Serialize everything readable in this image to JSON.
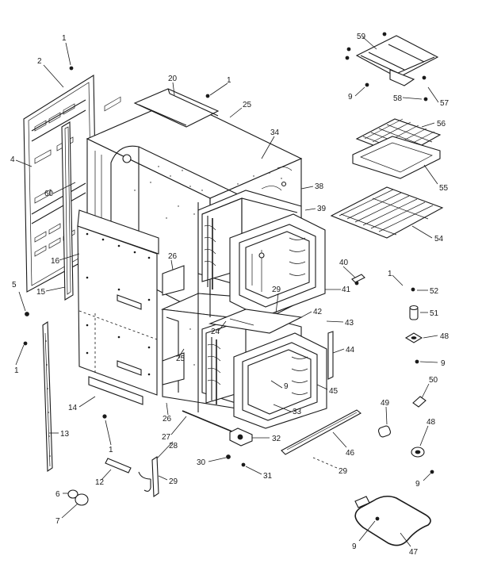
{
  "callouts": [
    {
      "id": "c1a",
      "text": "1"
    },
    {
      "id": "c2",
      "text": "2"
    },
    {
      "id": "c20",
      "text": "20"
    },
    {
      "id": "c1b",
      "text": "1"
    },
    {
      "id": "c25a",
      "text": "25"
    },
    {
      "id": "c34",
      "text": "34"
    },
    {
      "id": "c38",
      "text": "38"
    },
    {
      "id": "c39",
      "text": "39"
    },
    {
      "id": "c4",
      "text": "4"
    },
    {
      "id": "c60",
      "text": "60"
    },
    {
      "id": "c16",
      "text": "16"
    },
    {
      "id": "c15",
      "text": "15"
    },
    {
      "id": "c26a",
      "text": "26"
    },
    {
      "id": "c5",
      "text": "5"
    },
    {
      "id": "c1c",
      "text": "1"
    },
    {
      "id": "c41",
      "text": "41"
    },
    {
      "id": "c40",
      "text": "40"
    },
    {
      "id": "c29a",
      "text": "29"
    },
    {
      "id": "c42",
      "text": "42"
    },
    {
      "id": "c43",
      "text": "43"
    },
    {
      "id": "c24",
      "text": "24"
    },
    {
      "id": "c25b",
      "text": "25"
    },
    {
      "id": "c44",
      "text": "44"
    },
    {
      "id": "c9a",
      "text": "9"
    },
    {
      "id": "c45",
      "text": "45"
    },
    {
      "id": "c33",
      "text": "33"
    },
    {
      "id": "c14",
      "text": "14"
    },
    {
      "id": "c26b",
      "text": "26"
    },
    {
      "id": "c27",
      "text": "27"
    },
    {
      "id": "c13",
      "text": "13"
    },
    {
      "id": "c1d",
      "text": "1"
    },
    {
      "id": "c28",
      "text": "28"
    },
    {
      "id": "c32",
      "text": "32"
    },
    {
      "id": "c46",
      "text": "46"
    },
    {
      "id": "c30",
      "text": "30"
    },
    {
      "id": "c31",
      "text": "31"
    },
    {
      "id": "c29b",
      "text": "29"
    },
    {
      "id": "c12",
      "text": "12"
    },
    {
      "id": "c29c",
      "text": "29"
    },
    {
      "id": "c6",
      "text": "6"
    },
    {
      "id": "c7",
      "text": "7"
    },
    {
      "id": "c59",
      "text": "59"
    },
    {
      "id": "c9b",
      "text": "9"
    },
    {
      "id": "c58",
      "text": "58"
    },
    {
      "id": "c57",
      "text": "57"
    },
    {
      "id": "c56",
      "text": "56"
    },
    {
      "id": "c55",
      "text": "55"
    },
    {
      "id": "c54",
      "text": "54"
    },
    {
      "id": "c1e",
      "text": "1"
    },
    {
      "id": "c52",
      "text": "52"
    },
    {
      "id": "c51",
      "text": "51"
    },
    {
      "id": "c48a",
      "text": "48"
    },
    {
      "id": "c9c",
      "text": "9"
    },
    {
      "id": "c50",
      "text": "50"
    },
    {
      "id": "c49",
      "text": "49"
    },
    {
      "id": "c48b",
      "text": "48"
    },
    {
      "id": "c9d",
      "text": "9"
    },
    {
      "id": "c9e",
      "text": "9"
    },
    {
      "id": "c47",
      "text": "47"
    }
  ]
}
